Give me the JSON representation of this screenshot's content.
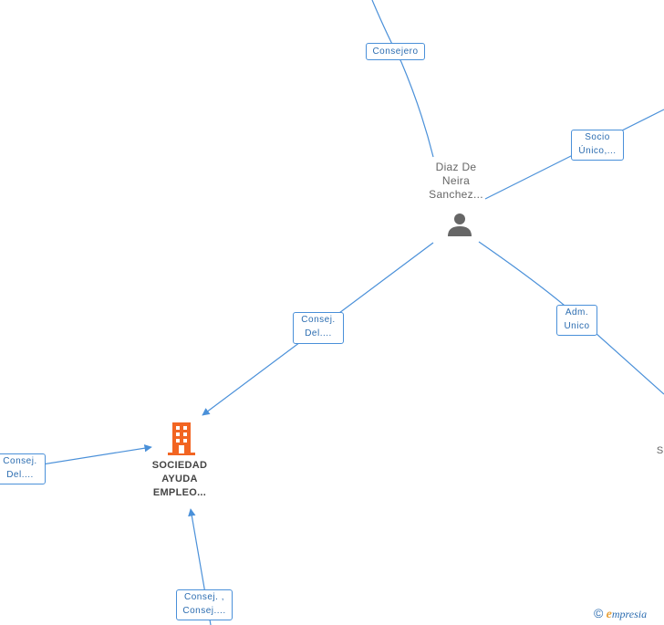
{
  "company": {
    "label_lines": [
      "SOCIEDAD",
      "AYUDA",
      "EMPLEO..."
    ],
    "icon": "building-icon",
    "color": "#f26522"
  },
  "person": {
    "label_lines": [
      "Diaz De",
      "Neira",
      "Sanchez..."
    ],
    "icon": "person-icon",
    "color": "#666666"
  },
  "offscreen_fragment": "S",
  "edge_labels": {
    "consejero": [
      "Consejero"
    ],
    "socio_unico": [
      "Socio",
      "Único,..."
    ],
    "adm_unico": [
      "Adm.",
      "Unico"
    ],
    "consej_del_top": [
      "Consej.",
      "Del...."
    ],
    "consej_del_left": [
      "Consej.",
      "Del...."
    ],
    "consej_consej_bottom": [
      "Consej. ,",
      "Consej...."
    ]
  },
  "footer": {
    "copyright": "©",
    "brand_initial": "e",
    "brand_rest": "mpresia"
  },
  "colors": {
    "edge": "#4a90d9",
    "edge_label_text": "#2b6cb0"
  }
}
